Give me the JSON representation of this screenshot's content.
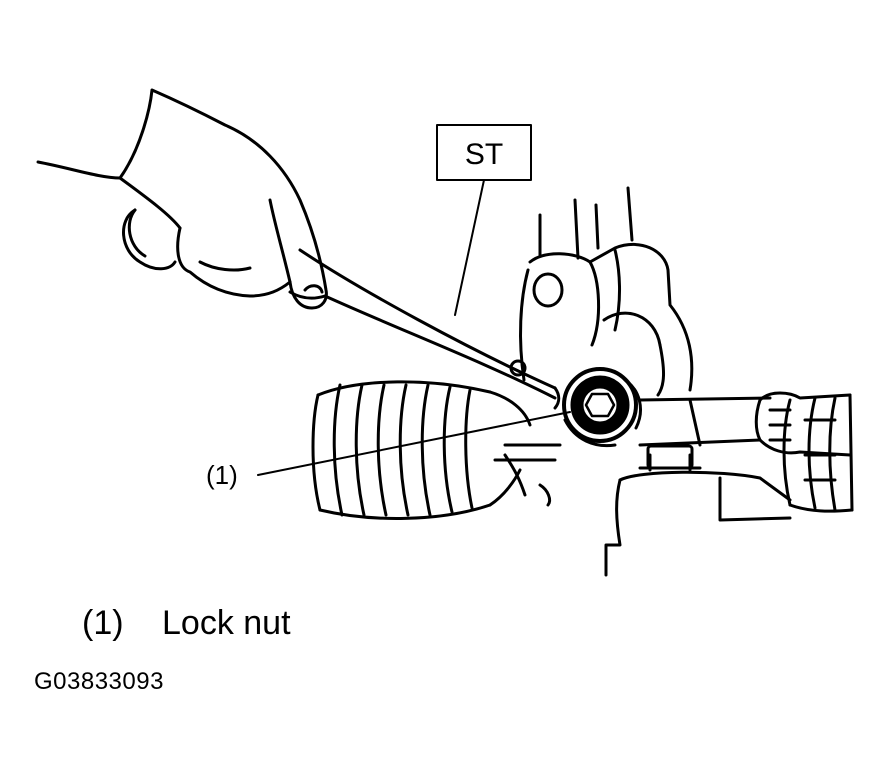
{
  "figure": {
    "callout_st": "ST",
    "callout_1": "(1)"
  },
  "legend": {
    "number": "(1)",
    "text": "Lock nut"
  },
  "figure_id": "G03833093"
}
